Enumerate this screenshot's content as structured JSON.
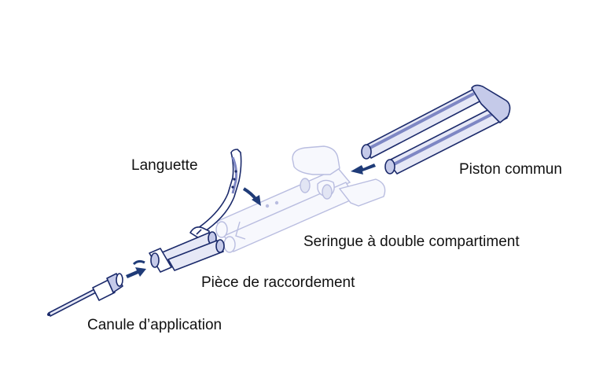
{
  "labels": {
    "languette": "Languette",
    "piston": "Piston commun",
    "seringue": "Seringue à double compartiment",
    "piece": "Pièce de raccordement",
    "canule": "Canule d’application"
  },
  "colors": {
    "outline_dark": "#1b2a6b",
    "arrow": "#1f3b78",
    "fill_light": "#e8eaf6",
    "fill_mid": "#c5cae9",
    "ghost_outline": "#b3b8de",
    "text": "#111111"
  }
}
